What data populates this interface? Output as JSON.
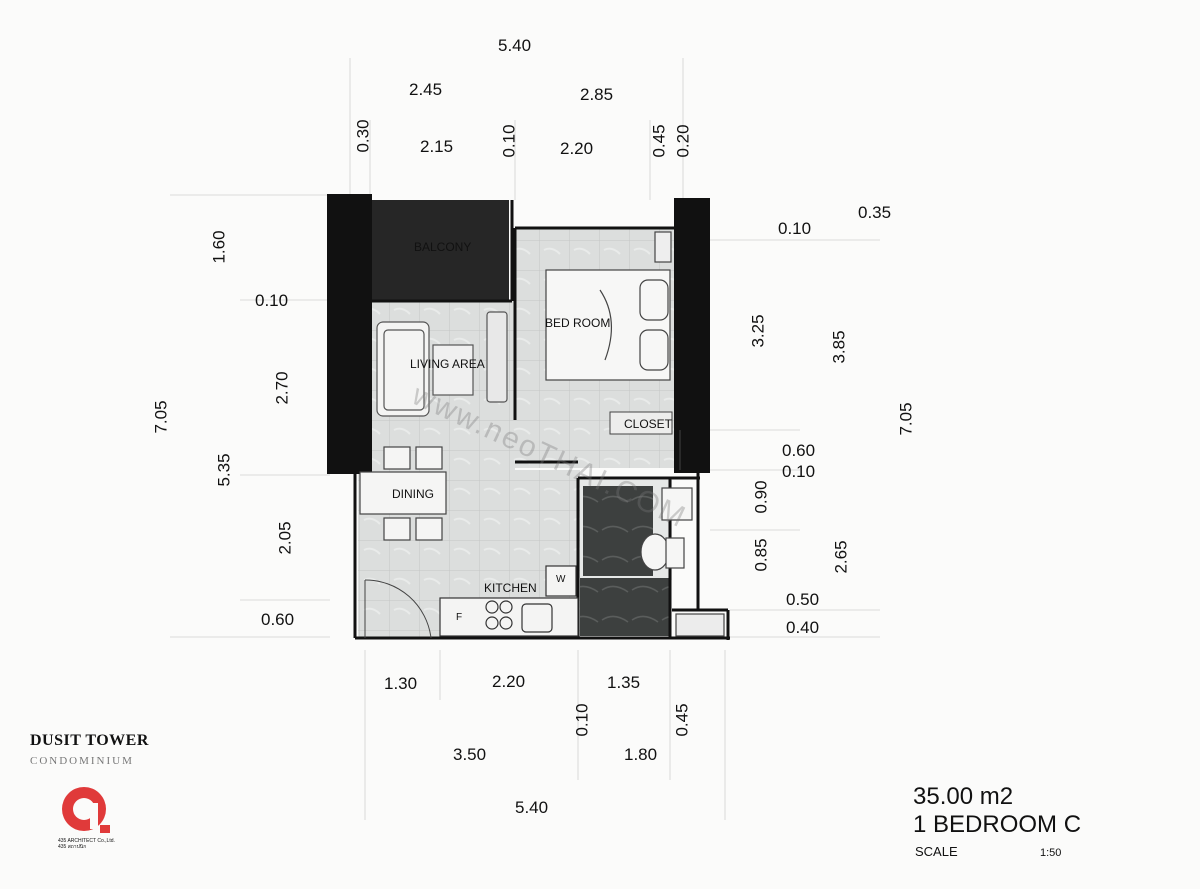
{
  "dimensions": {
    "top_total": "5.40",
    "top_left": "2.45",
    "top_right": "2.85",
    "top_a": "0.30",
    "top_b": "2.15",
    "top_c": "0.10",
    "top_d": "2.20",
    "top_e": "0.45",
    "top_f": "0.20",
    "left_total": "7.05",
    "left_upper": "1.60",
    "left_wall": "0.10",
    "left_living": "2.70",
    "left_lower_total": "5.35",
    "left_dining": "2.05",
    "left_bottom": "0.60",
    "right_top_wall": "0.10",
    "right_top_offset": "0.35",
    "right_bedroom": "3.25",
    "right_bedroom_total": "3.85",
    "right_total": "7.05",
    "right_closet": "0.60",
    "right_wall2": "0.10",
    "right_bath1": "0.90",
    "right_bath2": "0.85",
    "right_bath_total": "2.65",
    "right_shower": "0.50",
    "right_bottom": "0.40",
    "bottom_a": "1.30",
    "bottom_b": "2.20",
    "bottom_c": "1.35",
    "bottom_wall": "0.10",
    "bottom_wall2": "0.45",
    "bottom_left_total": "3.50",
    "bottom_right_total": "1.80",
    "bottom_total": "5.40"
  },
  "rooms": {
    "balcony": "BALCONY",
    "bedroom": "BED ROOM",
    "living": "LIVING AREA",
    "closet": "CLOSET",
    "dining": "DINING",
    "kitchen": "KITCHEN",
    "washer": "W",
    "fridge": "F"
  },
  "brand": {
    "name": "DUSIT TOWER",
    "subtitle": "CONDOMINIUM",
    "company_line1": "435 ARCHITECT Co.,Ltd.",
    "company_line2": "435 สถาปนิก"
  },
  "unit": {
    "area": "35.00 m2",
    "type": "1 BEDROOM C",
    "scale_label": "SCALE",
    "scale_value": "1:50"
  },
  "watermark": "www.neoTHAI.COM",
  "colors": {
    "wall": "#111111",
    "floor": "#d8dad9",
    "bathroom": "#3a3d3c",
    "logo": "#e03a3a"
  }
}
